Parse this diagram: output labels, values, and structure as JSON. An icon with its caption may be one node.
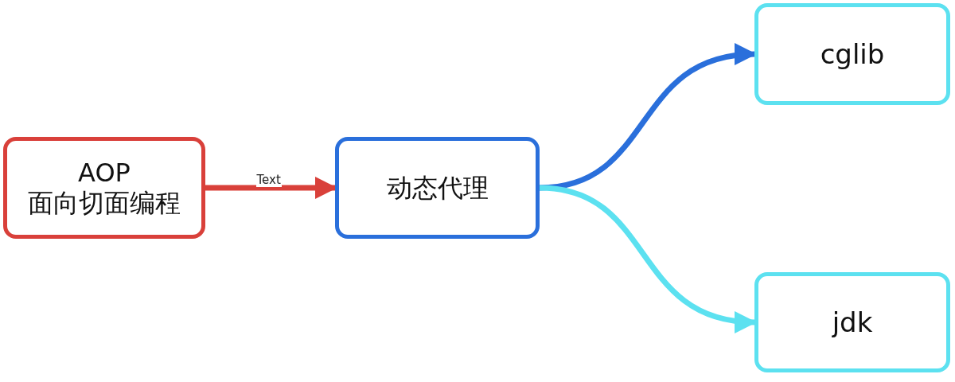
{
  "diagram": {
    "nodes": [
      {
        "text": [
          "AOP",
          "面向切面编程"
        ]
      },
      {
        "text": [
          "动态代理"
        ]
      },
      {
        "text": [
          "cglib"
        ]
      },
      {
        "text": [
          "jdk"
        ]
      }
    ],
    "edges": [
      {
        "from": 0,
        "to": 1,
        "arrow": "to",
        "label": "Text",
        "color": "#d9403a"
      },
      {
        "from": 1,
        "to": 2,
        "arrow": "to",
        "color": "#2a6fdb"
      },
      {
        "from": 1,
        "to": 3,
        "arrow": "to",
        "color": "#5ce1f0"
      }
    ]
  }
}
